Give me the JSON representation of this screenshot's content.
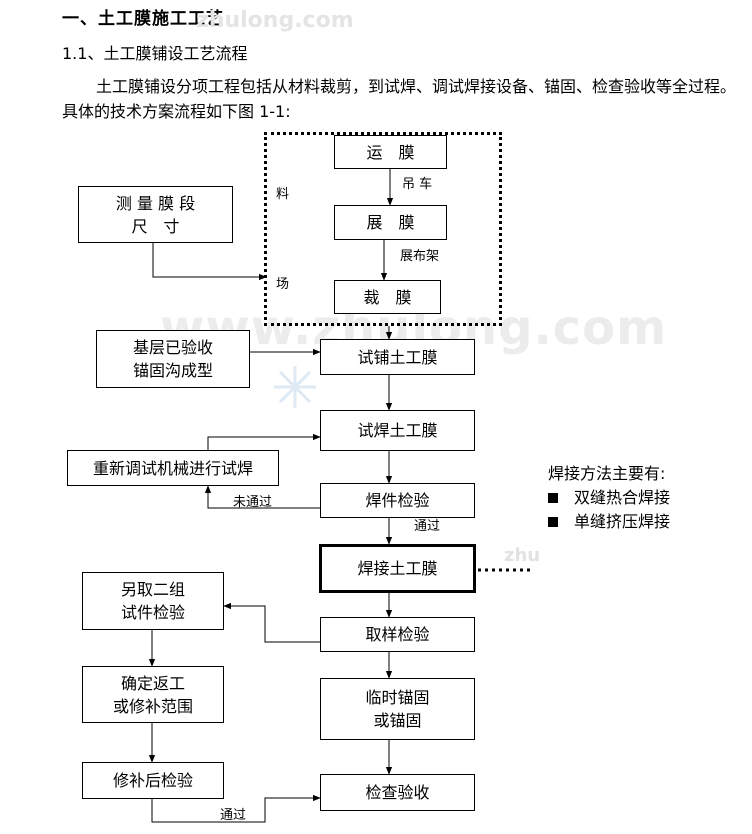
{
  "document": {
    "heading": "一、土工膜施工工艺",
    "subheading": "1.1、土工膜铺设工艺流程",
    "paragraph": "土工膜铺设分项工程包括从材料裁剪，到试焊、调试焊接设备、锚固、检查验收等全过程。具体的技术方案流程如下图 1-1:"
  },
  "watermarks": {
    "top": "zhulong.com",
    "middle": "www.zhulong.com",
    "small": "zhu"
  },
  "flowchart": {
    "boxes": {
      "yunmo": "运　膜",
      "zhanmo": "展　膜",
      "caimo": "裁　膜",
      "celiang_line1": "测 量 膜 段",
      "celiang_line2": "尺　寸",
      "jiceng_line1": "基层已验收",
      "jiceng_line2": "锚固沟成型",
      "shipu": "试铺土工膜",
      "shihan": "试焊土工膜",
      "chongxin": "重新调试机械进行试焊",
      "hanjian": "焊件检验",
      "hanjie": "焊接土工膜",
      "lingqu_line1": "另取二组",
      "lingqu_line2": "试件检验",
      "quyang": "取样检验",
      "queding_line1": "确定返工",
      "queding_line2": "或修补范围",
      "linshi_line1": "临时锚固",
      "linshi_line2": "或锚固",
      "xiubu": "修补后检验",
      "jiancha": "检查验收"
    },
    "labels": {
      "diaoche": "吊 车",
      "zhanbujia": "展布架",
      "liao": "料",
      "chang": "场",
      "weitongguo": "未通过",
      "tongguo1": "通过",
      "tongguo2": "通过"
    },
    "methods": {
      "title": "焊接方法主要有:",
      "items": [
        "双缝热合焊接",
        "单缝挤压焊接"
      ]
    }
  }
}
